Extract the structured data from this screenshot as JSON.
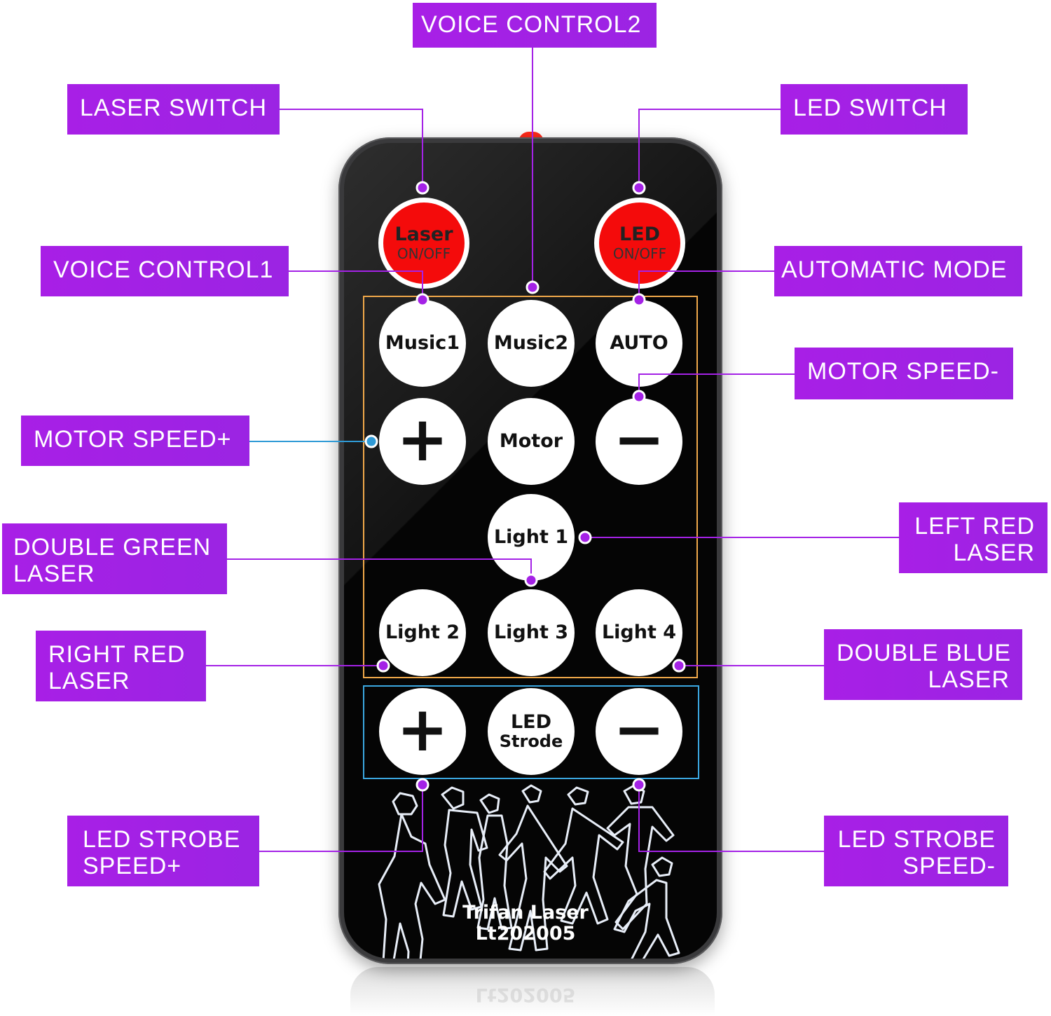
{
  "remote": {
    "buttons": {
      "laser": {
        "label": "Laser",
        "sub": "ON/OFF"
      },
      "led": {
        "label": "LED",
        "sub": "ON/OFF"
      },
      "music1": "Music1",
      "music2": "Music2",
      "auto": "AUTO",
      "plus": "+",
      "motor": "Motor",
      "minus": "−",
      "light1": "Light 1",
      "light2": "Light 2",
      "light3": "Light 3",
      "light4": "Light 4",
      "strobe_plus": "+",
      "led_strobe": {
        "line1": "LED",
        "line2": "Strode"
      },
      "strobe_minus": "−"
    },
    "brand": {
      "line1": "Trifan Laser",
      "line2": "Lt202005"
    }
  },
  "callouts": {
    "voice_control2": "VOICE CONTROL2",
    "laser_switch": "LASER SWITCH",
    "led_switch": "LED SWITCH",
    "voice_control1": "VOICE CONTROL1",
    "automatic_mode": "AUTOMATIC MODE",
    "motor_speed_minus": "MOTOR SPEED-",
    "motor_speed_plus": "MOTOR SPEED+",
    "left_red_laser": {
      "line1": "LEFT RED",
      "line2": "LASER"
    },
    "double_green_laser": {
      "line1": "DOUBLE GREEN",
      "line2": "LASER"
    },
    "right_red_laser": {
      "line1": "RIGHT RED",
      "line2": "LASER"
    },
    "double_blue_laser": {
      "line1": "DOUBLE BLUE",
      "line2": "LASER"
    },
    "led_strobe_speed_plus": {
      "line1": "LED STROBE",
      "line2": "SPEED+"
    },
    "led_strobe_speed_minus": {
      "line1": "LED STROBE",
      "line2": "SPEED-"
    }
  },
  "colors": {
    "callout_bg": "#a422e6",
    "leader_line": "#a422e6",
    "leader_line_motor_plus": "#2f9ad6",
    "button_frame_orange": "#f0a84a",
    "button_frame_blue": "#3ba7e0",
    "power_button_red": "#f40b0b"
  }
}
